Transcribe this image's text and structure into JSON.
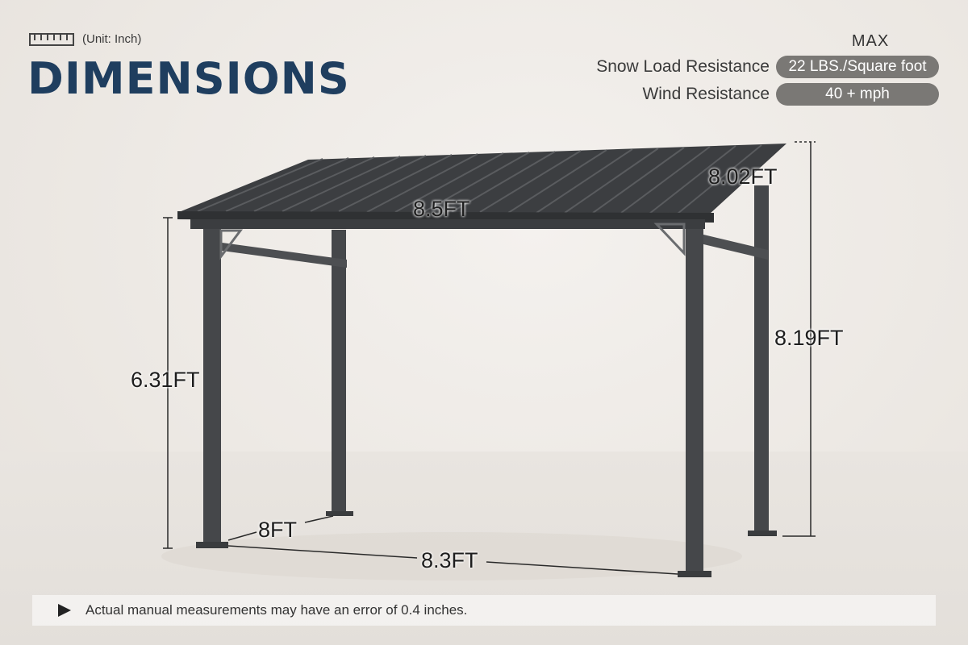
{
  "header": {
    "unit_label": "(Unit: Inch)",
    "title": "DIMENSIONS"
  },
  "specs": {
    "heading": "MAX",
    "rows": [
      {
        "label": "Snow Load Resistance",
        "value": "22 LBS./Square foot"
      },
      {
        "label": "Wind Resistance",
        "value": "40 + mph"
      }
    ]
  },
  "dimensions": {
    "roof_width": "8.5FT",
    "roof_depth": "8.02FT",
    "front_height": "6.31FT",
    "back_height": "8.19FT",
    "base_depth": "8FT",
    "base_width": "8.3FT"
  },
  "note": {
    "text": "Actual manual measurements may have an error of 0.4 inches."
  },
  "colors": {
    "title": "#1f3e5f",
    "frame": "#4a4c4f",
    "roof": "#3c3e41",
    "pill": "#7a7875"
  },
  "icons": [
    "ruler-icon",
    "arrow-right-icon"
  ]
}
